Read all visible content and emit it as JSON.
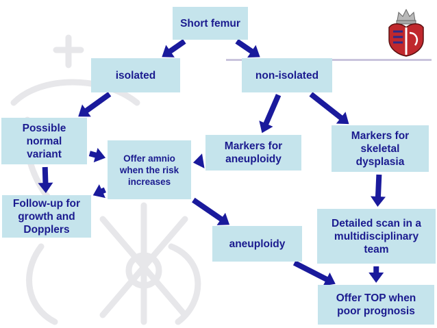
{
  "nodes": [
    {
      "id": "short-femur",
      "label": "Short femur"
    },
    {
      "id": "isolated",
      "label": "isolated"
    },
    {
      "id": "non-isolated",
      "label": "non-isolated"
    },
    {
      "id": "possible-normal-variant",
      "label": "Possible\nnormal\nvariant"
    },
    {
      "id": "offer-amnio",
      "label": "Offer amnio\nwhen the risk\nincreases"
    },
    {
      "id": "markers-aneuploidy",
      "label": "Markers for\naneuploidy"
    },
    {
      "id": "markers-skeletal-dysplasia",
      "label": "Markers for\nskeletal\ndysplasia"
    },
    {
      "id": "follow-up",
      "label": "Follow-up for\ngrowth and\nDopplers"
    },
    {
      "id": "aneuploidy",
      "label": "aneuploidy"
    },
    {
      "id": "detailed-scan",
      "label": "Detailed scan in a\nmultidisciplinary\nteam"
    },
    {
      "id": "offer-top",
      "label": "Offer TOP when\npoor prognosis"
    }
  ],
  "edges": [
    {
      "from": "short-femur",
      "to": "isolated"
    },
    {
      "from": "short-femur",
      "to": "non-isolated"
    },
    {
      "from": "isolated",
      "to": "possible-normal-variant"
    },
    {
      "from": "non-isolated",
      "to": "markers-aneuploidy"
    },
    {
      "from": "non-isolated",
      "to": "markers-skeletal-dysplasia"
    },
    {
      "from": "possible-normal-variant",
      "to": "offer-amnio"
    },
    {
      "from": "possible-normal-variant",
      "to": "follow-up"
    },
    {
      "from": "markers-aneuploidy",
      "to": "offer-amnio"
    },
    {
      "from": "offer-amnio",
      "to": "follow-up"
    },
    {
      "from": "offer-amnio",
      "to": "aneuploidy"
    },
    {
      "from": "markers-skeletal-dysplasia",
      "to": "detailed-scan"
    },
    {
      "from": "detailed-scan",
      "to": "offer-top"
    },
    {
      "from": "aneuploidy",
      "to": "offer-top"
    }
  ],
  "colors": {
    "box_fill": "#c5e4ec",
    "text": "#1b1b8f",
    "arrow": "#1a1a9c"
  },
  "icons": [
    "watermark-crest-icon",
    "university-crest-icon"
  ]
}
